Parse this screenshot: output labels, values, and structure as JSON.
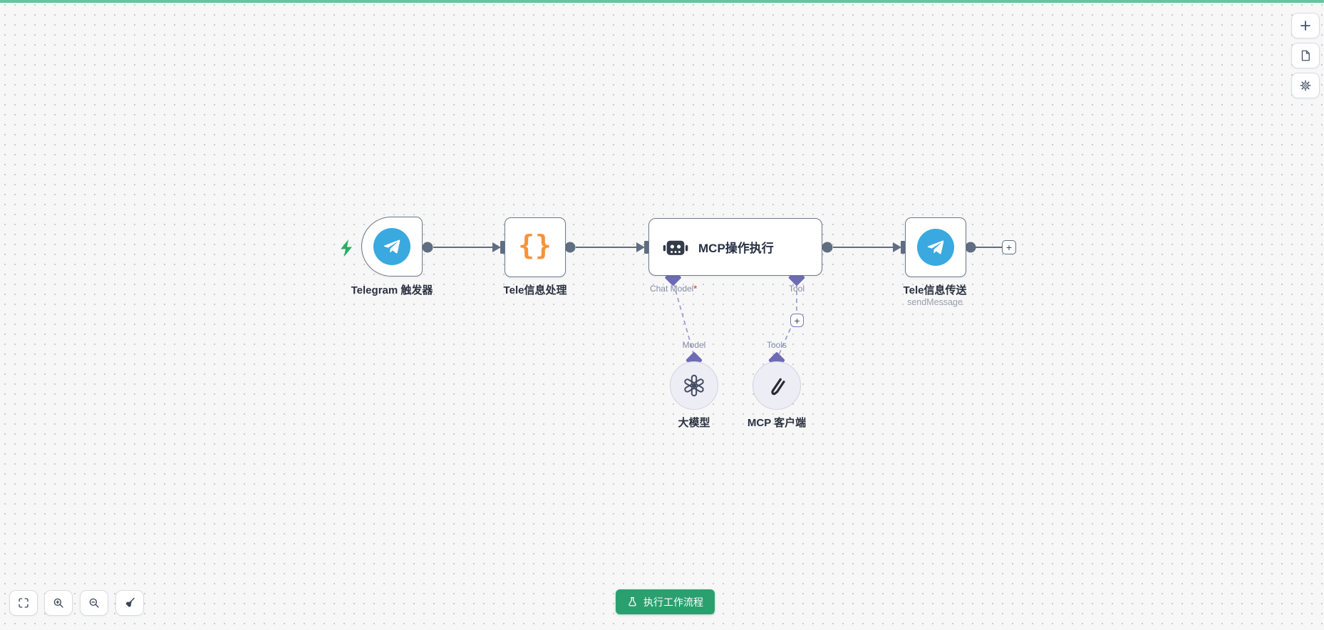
{
  "app": {
    "topbar_color": "#64c5a0",
    "accent_green": "#2aa06e",
    "connector_slate": "#5f6e82",
    "connector_purple": "#6e6bb5"
  },
  "canvas": {
    "nodes": [
      {
        "id": "telegram-trigger",
        "label": "Telegram 触发器",
        "icon": "telegram-paper-plane",
        "brand_color": "#39a9e0"
      },
      {
        "id": "code",
        "label": "Tele信息处理",
        "icon": "curly-braces",
        "icon_glyph": "{}",
        "icon_color": "#f6933a"
      },
      {
        "id": "agent",
        "title": "MCP操作执行",
        "icon": "robot",
        "ports": [
          {
            "label": "Chat Model",
            "required_mark": "*"
          },
          {
            "label": "Tool"
          }
        ]
      },
      {
        "id": "telegram-send",
        "label": "Tele信息传送",
        "subtitle": "sendMessage",
        "icon": "telegram-paper-plane",
        "brand_color": "#39a9e0"
      },
      {
        "id": "model",
        "port_label": "Model",
        "label": "大模型",
        "icon": "openai-logo"
      },
      {
        "id": "mcp-client",
        "port_label": "Tools",
        "label": "MCP 客户端",
        "icon": "mcp-logo"
      }
    ]
  },
  "controls": {
    "execute": {
      "label": "执行工作流程",
      "icon": "flask"
    },
    "bottom_left": [
      {
        "name": "fit-view",
        "icon": "frame-corners"
      },
      {
        "name": "zoom-in",
        "icon": "magnifier-plus"
      },
      {
        "name": "zoom-out",
        "icon": "magnifier-minus"
      },
      {
        "name": "tidy-up",
        "icon": "broom"
      }
    ],
    "top_right": [
      {
        "name": "add-node",
        "icon": "plus"
      },
      {
        "name": "sticky-note",
        "icon": "note-page"
      },
      {
        "name": "settings",
        "icon": "gear"
      }
    ]
  },
  "symbols": {
    "plus": "+"
  }
}
